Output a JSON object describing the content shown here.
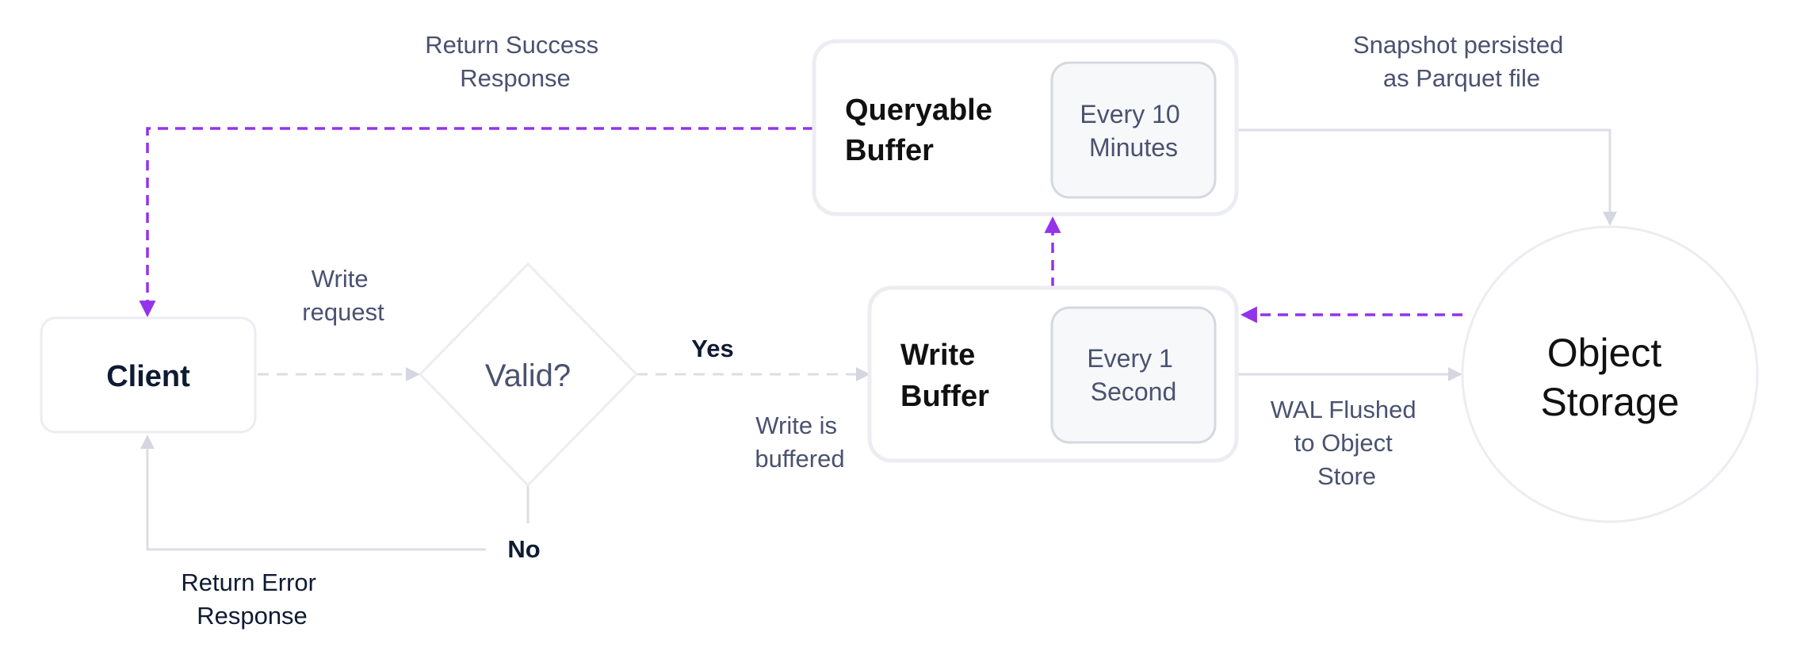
{
  "colors": {
    "accent_dashed": "#9333ea",
    "gray_dashed": "#dcdde6",
    "solid_connector": "#dcdde6",
    "shape_border": "#ecedf2",
    "inner_box_border": "#d6d8e0",
    "inner_box_fill": "#f7f8fa",
    "text_muted": "#4a5270",
    "text_dark": "#0f1b33"
  },
  "nodes": {
    "client": {
      "label": "Client"
    },
    "valid": {
      "label": "Valid?"
    },
    "write_buffer": {
      "title": [
        "Write",
        "Buffer"
      ],
      "interval": [
        "Every 1",
        "Second"
      ]
    },
    "queryable_buffer": {
      "title": [
        "Queryable",
        "Buffer"
      ],
      "interval": [
        "Every 10",
        "Minutes"
      ]
    },
    "object_storage": {
      "label": [
        "Object",
        "Storage"
      ]
    }
  },
  "edges": {
    "write_request": [
      "Write",
      "request"
    ],
    "yes": "Yes",
    "no": "No",
    "write_buffered": [
      "Write is",
      "buffered"
    ],
    "wal_flushed": [
      "WAL Flushed",
      "to Object",
      "Store"
    ],
    "snapshot": [
      "Snapshot persisted",
      "as Parquet file"
    ],
    "return_success": [
      "Return Success",
      "Response"
    ],
    "return_error": [
      "Return Error",
      "Response"
    ]
  }
}
